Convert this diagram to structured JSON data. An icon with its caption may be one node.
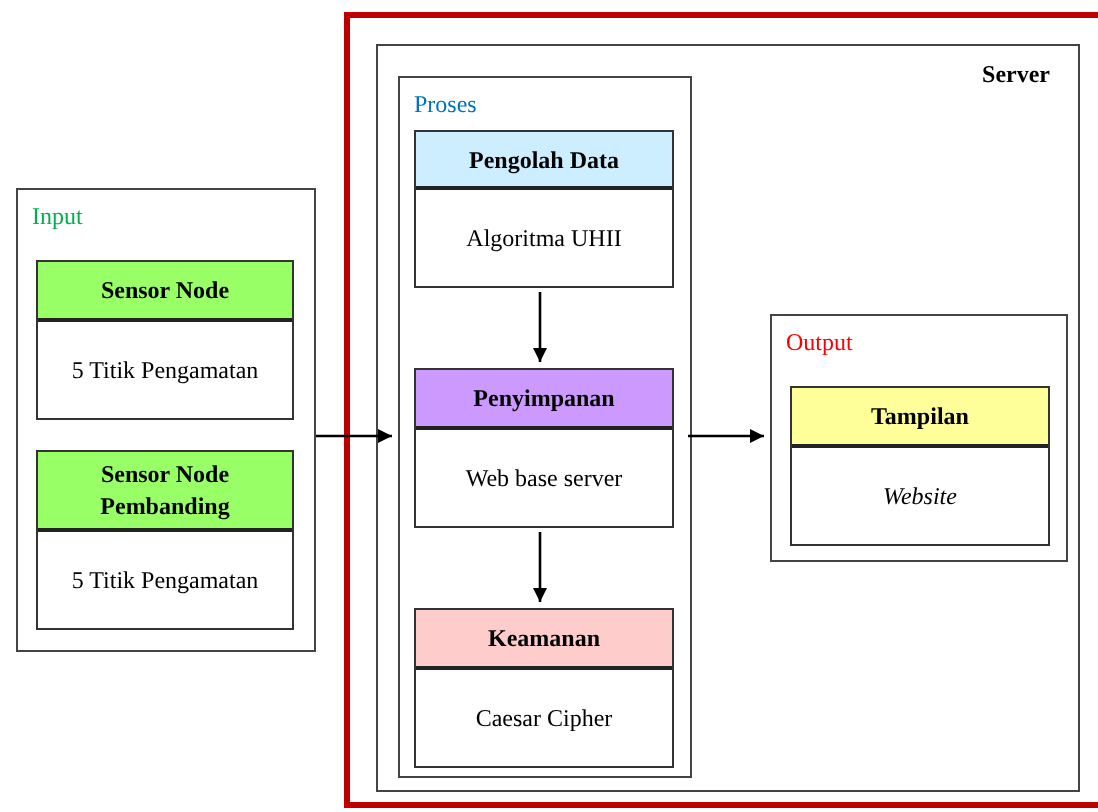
{
  "diagram": {
    "nodes": [
      {
        "text": [
          "Input"
        ]
      },
      {
        "text": [
          "Sensor Node",
          "5 Titik Pengamatan"
        ],
        "in": 0
      },
      {
        "text": [
          "Sensor Node Pembanding",
          "5 Titik Pengamatan"
        ],
        "in": 0
      },
      {
        "text": [],
        "shape": "box"
      },
      {
        "text": [
          "Server"
        ],
        "in": 3
      },
      {
        "text": [
          "Proses"
        ],
        "in": 4
      },
      {
        "text": [
          "Pengolah Data",
          "Algoritma UHII"
        ],
        "in": 5
      },
      {
        "text": [
          "Penyimpanan",
          "Web base server"
        ],
        "in": 5
      },
      {
        "text": [
          "Keamanan",
          "Caesar Cipher"
        ],
        "in": 5
      },
      {
        "text": [
          "Output"
        ],
        "in": 4
      },
      {
        "text": [
          "Tampilan",
          "Website"
        ],
        "in": 9
      }
    ],
    "edges": [
      {
        "from": 0,
        "to": 5,
        "arrow": "to"
      },
      {
        "from": 6,
        "to": 7,
        "arrow": "to"
      },
      {
        "from": 7,
        "to": 8,
        "arrow": "to"
      },
      {
        "from": 5,
        "to": 9,
        "arrow": "to"
      }
    ]
  }
}
